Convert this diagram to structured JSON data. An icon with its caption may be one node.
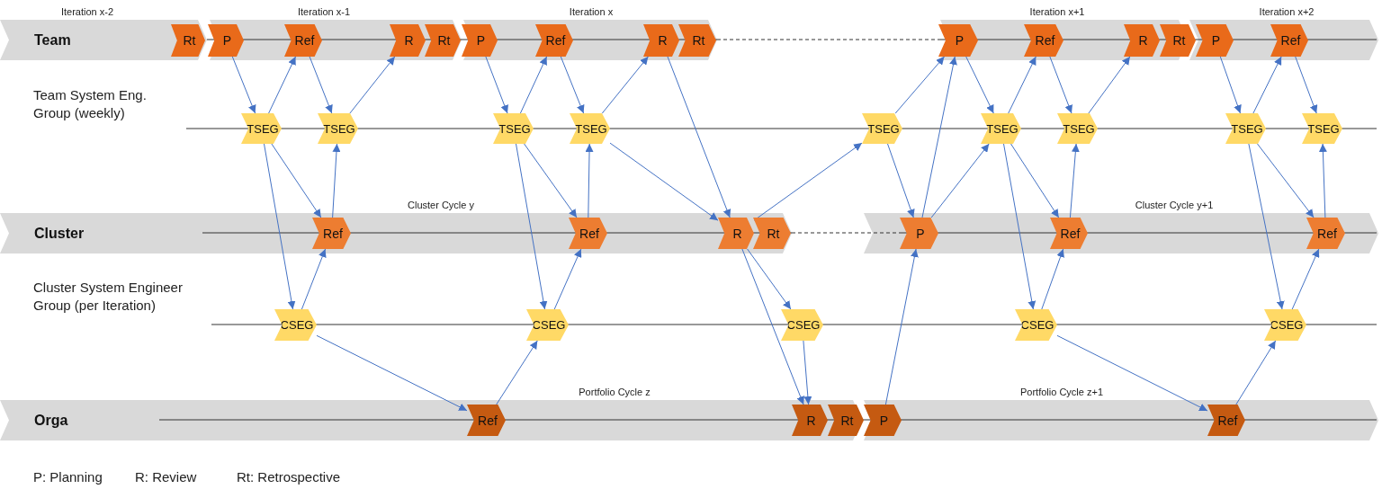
{
  "diagram": {
    "nodes": [
      {
        "text": [
          "Iteration x-2",
          "Team"
        ]
      },
      {
        "text": [
          "Rt"
        ],
        "in": 0
      },
      {
        "text": [
          "Iteration x-1"
        ]
      },
      {
        "text": [
          "P"
        ],
        "in": 2
      },
      {
        "text": [
          "Ref"
        ],
        "in": 2
      },
      {
        "text": [
          "R"
        ],
        "in": 2
      },
      {
        "text": [
          "Rt"
        ],
        "in": 2
      },
      {
        "text": [
          "Iteration x"
        ]
      },
      {
        "text": [
          "P"
        ],
        "in": 7
      },
      {
        "text": [
          "Ref"
        ],
        "in": 7
      },
      {
        "text": [
          "R"
        ],
        "in": 7
      },
      {
        "text": [
          "Rt"
        ],
        "in": 7
      },
      {
        "text": [
          "Iteration x+1"
        ]
      },
      {
        "text": [
          "P"
        ],
        "in": 12
      },
      {
        "text": [
          "Ref"
        ],
        "in": 12
      },
      {
        "text": [
          "R"
        ],
        "in": 12
      },
      {
        "text": [
          "Rt"
        ],
        "in": 12
      },
      {
        "text": [
          "Iteration x+2"
        ]
      },
      {
        "text": [
          "P"
        ],
        "in": 17
      },
      {
        "text": [
          "Ref"
        ],
        "in": 17
      },
      {
        "text": [
          "TSEG"
        ]
      },
      {
        "text": [
          "TSEG"
        ]
      },
      {
        "text": [
          "TSEG"
        ]
      },
      {
        "text": [
          "TSEG"
        ]
      },
      {
        "text": [
          "TSEG"
        ]
      },
      {
        "text": [
          "TSEG"
        ]
      },
      {
        "text": [
          "TSEG"
        ]
      },
      {
        "text": [
          "TSEG"
        ]
      },
      {
        "text": [
          "TSEG"
        ]
      },
      {
        "text": [
          "Cluster Cycle y",
          "Cluster"
        ]
      },
      {
        "text": [
          "Ref"
        ],
        "in": 29
      },
      {
        "text": [
          "Ref"
        ],
        "in": 29
      },
      {
        "text": [
          "R"
        ],
        "in": 29
      },
      {
        "text": [
          "Rt"
        ],
        "in": 29
      },
      {
        "text": [
          "Cluster Cycle y+1"
        ]
      },
      {
        "text": [
          "P"
        ],
        "in": 34
      },
      {
        "text": [
          "Ref"
        ],
        "in": 34
      },
      {
        "text": [
          "Ref"
        ],
        "in": 34
      },
      {
        "text": [
          "CSEG"
        ]
      },
      {
        "text": [
          "CSEG"
        ]
      },
      {
        "text": [
          "CSEG"
        ]
      },
      {
        "text": [
          "CSEG"
        ]
      },
      {
        "text": [
          "CSEG"
        ]
      },
      {
        "text": [
          "Portfolio Cycle z",
          "Orga"
        ]
      },
      {
        "text": [
          "Ref"
        ],
        "in": 43
      },
      {
        "text": [
          "R"
        ],
        "in": 43
      },
      {
        "text": [
          "Rt"
        ],
        "in": 43
      },
      {
        "text": [
          "Portfolio Cycle z+1"
        ]
      },
      {
        "text": [
          "P"
        ],
        "in": 47
      },
      {
        "text": [
          "Ref"
        ],
        "in": 47
      }
    ],
    "edges": [
      {
        "from": 3,
        "to": 20,
        "arrow": "to"
      },
      {
        "from": 20,
        "to": 4,
        "arrow": "to"
      },
      {
        "from": 4,
        "to": 21,
        "arrow": "to"
      },
      {
        "from": 21,
        "to": 5,
        "arrow": "to"
      },
      {
        "from": 20,
        "to": 30,
        "arrow": "to"
      },
      {
        "from": 30,
        "to": 21,
        "arrow": "to"
      },
      {
        "from": 20,
        "to": 38,
        "arrow": "to"
      },
      {
        "from": 38,
        "to": 30,
        "arrow": "to"
      },
      {
        "from": 38,
        "to": 44,
        "arrow": "to"
      },
      {
        "from": 8,
        "to": 22,
        "arrow": "to"
      },
      {
        "from": 22,
        "to": 9,
        "arrow": "to"
      },
      {
        "from": 9,
        "to": 23,
        "arrow": "to"
      },
      {
        "from": 23,
        "to": 10,
        "arrow": "to"
      },
      {
        "from": 22,
        "to": 31,
        "arrow": "to"
      },
      {
        "from": 31,
        "to": 23,
        "arrow": "to"
      },
      {
        "from": 22,
        "to": 39,
        "arrow": "to"
      },
      {
        "from": 39,
        "to": 31,
        "arrow": "to"
      },
      {
        "from": 44,
        "to": 39,
        "arrow": "to"
      },
      {
        "from": 23,
        "to": 32,
        "arrow": "to"
      },
      {
        "from": 10,
        "to": 32,
        "arrow": "to"
      },
      {
        "from": 32,
        "to": 24,
        "arrow": "to"
      },
      {
        "from": 32,
        "to": 45,
        "arrow": "to"
      },
      {
        "from": 32,
        "to": 40,
        "arrow": "to"
      },
      {
        "from": 40,
        "to": 45,
        "arrow": "to"
      },
      {
        "from": 24,
        "to": 13,
        "arrow": "to"
      },
      {
        "from": 24,
        "to": 35,
        "arrow": "to"
      },
      {
        "from": 35,
        "to": 13,
        "arrow": "to"
      },
      {
        "from": 35,
        "to": 25,
        "arrow": "to"
      },
      {
        "from": 48,
        "to": 35,
        "arrow": "to"
      },
      {
        "from": 13,
        "to": 25,
        "arrow": "to"
      },
      {
        "from": 25,
        "to": 14,
        "arrow": "to"
      },
      {
        "from": 14,
        "to": 26,
        "arrow": "to"
      },
      {
        "from": 26,
        "to": 15,
        "arrow": "to"
      },
      {
        "from": 25,
        "to": 36,
        "arrow": "to"
      },
      {
        "from": 36,
        "to": 26,
        "arrow": "to"
      },
      {
        "from": 25,
        "to": 41,
        "arrow": "to"
      },
      {
        "from": 41,
        "to": 36,
        "arrow": "to"
      },
      {
        "from": 41,
        "to": 49,
        "arrow": "to"
      },
      {
        "from": 18,
        "to": 27,
        "arrow": "to"
      },
      {
        "from": 27,
        "to": 19,
        "arrow": "to"
      },
      {
        "from": 19,
        "to": 28,
        "arrow": "to"
      },
      {
        "from": 37,
        "to": 28,
        "arrow": "to"
      },
      {
        "from": 27,
        "to": 37,
        "arrow": "to"
      },
      {
        "from": 27,
        "to": 42,
        "arrow": "to"
      },
      {
        "from": 42,
        "to": 37,
        "arrow": "to"
      },
      {
        "from": 49,
        "to": 42,
        "arrow": "to"
      }
    ],
    "labels": [
      "Team System Eng. Group (weekly)",
      "Cluster System Engineer Group (per Iteration)",
      "P: Planning",
      "R: Review",
      "Rt: Retrospective"
    ]
  }
}
